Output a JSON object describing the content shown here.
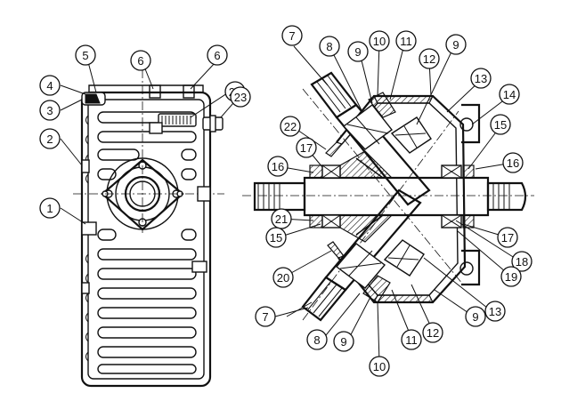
{
  "callouts": [
    {
      "id": "c1",
      "label": "1"
    },
    {
      "id": "c2",
      "label": "2"
    },
    {
      "id": "c3",
      "label": "3"
    },
    {
      "id": "c4",
      "label": "4"
    },
    {
      "id": "c5",
      "label": "5"
    },
    {
      "id": "c6a",
      "label": "6"
    },
    {
      "id": "c6b",
      "label": "6"
    },
    {
      "id": "c24",
      "label": "24"
    },
    {
      "id": "c23",
      "label": "23"
    },
    {
      "id": "c7a",
      "label": "7"
    },
    {
      "id": "c8a",
      "label": "8"
    },
    {
      "id": "c9a",
      "label": "9"
    },
    {
      "id": "c10a",
      "label": "10"
    },
    {
      "id": "c11a",
      "label": "11"
    },
    {
      "id": "c12a",
      "label": "12"
    },
    {
      "id": "c9b",
      "label": "9"
    },
    {
      "id": "c13a",
      "label": "13"
    },
    {
      "id": "c14",
      "label": "14"
    },
    {
      "id": "c15a",
      "label": "15"
    },
    {
      "id": "c16a",
      "label": "16"
    },
    {
      "id": "c22",
      "label": "22"
    },
    {
      "id": "c17a",
      "label": "17"
    },
    {
      "id": "c16b",
      "label": "16"
    },
    {
      "id": "c21",
      "label": "21"
    },
    {
      "id": "c15b",
      "label": "15"
    },
    {
      "id": "c17b",
      "label": "17"
    },
    {
      "id": "c18",
      "label": "18"
    },
    {
      "id": "c19",
      "label": "19"
    },
    {
      "id": "c20",
      "label": "20"
    },
    {
      "id": "c13b",
      "label": "13"
    },
    {
      "id": "c9c",
      "label": "9"
    },
    {
      "id": "c12b",
      "label": "12"
    },
    {
      "id": "c11b",
      "label": "11"
    },
    {
      "id": "c7b",
      "label": "7"
    },
    {
      "id": "c8b",
      "label": "8"
    },
    {
      "id": "c9d",
      "label": "9"
    },
    {
      "id": "c10b",
      "label": "10"
    }
  ]
}
